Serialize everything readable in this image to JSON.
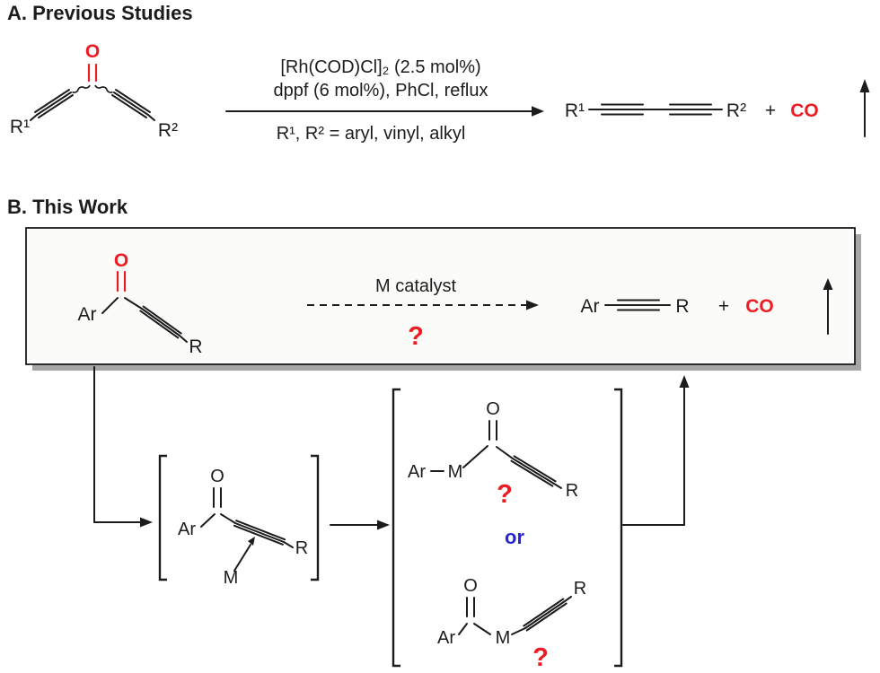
{
  "colors": {
    "red": "#ed1c24",
    "blue": "#2626d8",
    "ink": "#1c1c1c",
    "box_fill": "#fbfbf9",
    "box_shadow": "#a6a6a6"
  },
  "section_a": {
    "title": "A. Previous Studies",
    "reactant": {
      "carbonyl_o": "O",
      "r1": "R¹",
      "r2": "R²"
    },
    "conditions": {
      "line1": "[Rh(COD)Cl]₂ (2.5 mol%)",
      "line2": "dppf (6 mol%), PhCl, reflux",
      "line3": "R¹, R² = aryl, vinyl, alkyl"
    },
    "product": {
      "r1": "R¹",
      "r2": "R²",
      "plus": "+",
      "co": "CO"
    }
  },
  "section_b": {
    "title": "B. This Work",
    "boxed": {
      "substrate": {
        "ar": "Ar",
        "carbonyl_o": "O",
        "r": "R"
      },
      "arrow_label": "M catalyst",
      "question": "?",
      "product": {
        "ar": "Ar",
        "r": "R",
        "plus": "+",
        "co": "CO"
      }
    },
    "mech": {
      "pi_complex": {
        "ar": "Ar",
        "carbonyl_o": "O",
        "r": "R",
        "m": "M"
      },
      "acyl": {
        "ar": "Ar",
        "m": "M",
        "carbonyl_o": "O",
        "r": "R",
        "question": "?"
      },
      "or_label": "or",
      "alkynyl": {
        "carbonyl_o": "O",
        "ar": "Ar",
        "m": "M",
        "r": "R",
        "question": "?"
      }
    }
  }
}
